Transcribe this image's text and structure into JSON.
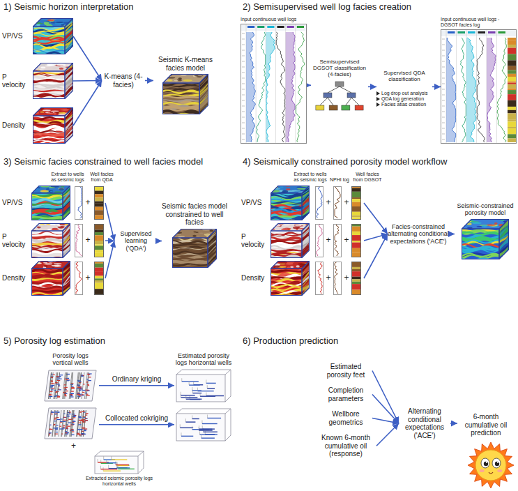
{
  "diagram": {
    "nodes": [
      {
        "text": [
          "VP/VS"
        ]
      },
      {
        "text": [
          "P velocity"
        ]
      },
      {
        "text": [
          "Density"
        ]
      },
      {
        "text": [
          "K-means (4-facies)"
        ]
      },
      {
        "text": [
          "Seismic K-means facies model"
        ]
      },
      {
        "text": [
          "Input continuous well logs"
        ]
      },
      {
        "text": [
          "Semisupervised DGSOT classification (4-facies)"
        ]
      },
      {
        "text": [
          "Supervised QDA classification",
          "Log drop out analysis",
          "QDA log generation",
          "Facies atlas creation"
        ]
      },
      {
        "text": [
          "Input continuous well logs - DGSOT facies log"
        ]
      },
      {
        "text": [
          "VP/VS",
          "+"
        ]
      },
      {
        "text": [
          "P velocity",
          "+"
        ]
      },
      {
        "text": [
          "Density",
          "+"
        ]
      },
      {
        "text": [
          "Supervised learning ('QDA')"
        ]
      },
      {
        "text": [
          "Seismic facies model constrained to well facies"
        ]
      },
      {
        "text": [
          "VP/VS",
          "+",
          "+"
        ]
      },
      {
        "text": [
          "P velocity",
          "+",
          "+"
        ]
      },
      {
        "text": [
          "Density",
          "+",
          "+"
        ]
      },
      {
        "text": [
          "Facies-constrained alternating conditional expectations ('ACE')"
        ]
      },
      {
        "text": [
          "Seismic-constrained porosity model"
        ]
      },
      {
        "text": [
          "Porosity logs vertical wells"
        ]
      },
      {
        "text": [
          "+"
        ]
      },
      {
        "text": [
          "Extracted seismic porosity logs horizontal wells"
        ]
      },
      {
        "text": [
          "Estimated porosity logs horizontal wells"
        ]
      },
      {
        "text": [
          "Estimated porosity feet"
        ]
      },
      {
        "text": [
          "Completion parameters"
        ]
      },
      {
        "text": [
          "Wellbore geometrics"
        ]
      },
      {
        "text": [
          "Known 6-month cumulative oil (response)"
        ]
      },
      {
        "text": [
          "Alternating conditional expectations ('ACE')"
        ]
      },
      {
        "text": [
          "6-month cumulative oil prediction"
        ]
      }
    ],
    "edges": [
      {
        "from": 0,
        "to": 3,
        "arrow": "to"
      },
      {
        "from": 1,
        "to": 3,
        "arrow": "to"
      },
      {
        "from": 2,
        "to": 3,
        "arrow": "to"
      },
      {
        "from": 3,
        "to": 4,
        "arrow": "to"
      },
      {
        "from": 5,
        "to": 6,
        "arrow": "to"
      },
      {
        "from": 6,
        "to": 7,
        "arrow": "to"
      },
      {
        "from": 7,
        "to": 8,
        "arrow": "to"
      },
      {
        "from": 9,
        "to": 12,
        "arrow": "to"
      },
      {
        "from": 10,
        "to": 12,
        "arrow": "to"
      },
      {
        "from": 11,
        "to": 12,
        "arrow": "to"
      },
      {
        "from": 12,
        "to": 13,
        "arrow": "to"
      },
      {
        "from": 14,
        "to": 17,
        "arrow": "to"
      },
      {
        "from": 15,
        "to": 17,
        "arrow": "to"
      },
      {
        "from": 16,
        "to": 17,
        "arrow": "to"
      },
      {
        "from": 17,
        "to": 18,
        "arrow": "to"
      },
      {
        "from": 19,
        "to": 22,
        "label": "Ordinary kriging",
        "arrow": "to"
      },
      {
        "from": 20,
        "to": 22,
        "label": "Collocated cokriging",
        "arrow": "to"
      },
      {
        "from": 23,
        "to": 27,
        "arrow": "to"
      },
      {
        "from": 24,
        "to": 27,
        "arrow": "to"
      },
      {
        "from": 25,
        "to": 27,
        "arrow": "to"
      },
      {
        "from": 26,
        "to": 27,
        "arrow": "to"
      },
      {
        "from": 27,
        "to": 28,
        "arrow": "to"
      }
    ],
    "labels": [
      "1) Seismic horizon interpretation",
      "2) Semisupervised well log facies creation",
      "3) Seismic facies constrained to well facies model",
      "4) Seismically constrained porosity model workflow",
      "5) Porosity log estimation",
      "6) Production prediction",
      "Extract to wells as seismic logs",
      "Well facies from QDA",
      "Extract to wells as seismic logs",
      "NPHI log",
      "Well facies from DGSOT"
    ]
  }
}
